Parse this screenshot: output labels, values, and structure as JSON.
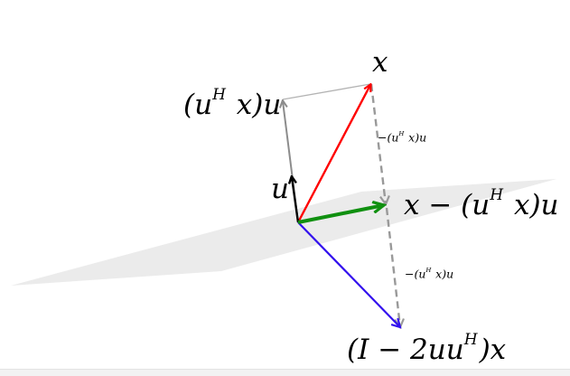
{
  "diagram": {
    "labels": {
      "x": "x",
      "u": "u",
      "projection": {
        "open": "(u",
        "sup": "H",
        "close": " x)u"
      },
      "difference": {
        "pre": "x − (u",
        "sup": "H",
        "close": " x)u"
      },
      "reflection": {
        "pre": "(I − 2uu",
        "sup": "H",
        "close": ")x"
      },
      "neg_projection_upper": {
        "pre": "−(u",
        "sup": "H",
        "close": " x)u"
      },
      "neg_projection_lower": {
        "pre": "−(u",
        "sup": "H",
        "close": " x)u"
      }
    },
    "colors": {
      "x_vector": "#ff0000",
      "u_vector": "#000000",
      "projection_vector": "#8c8c8c",
      "difference_vector": "#109010",
      "reflection_vector": "#3311ee",
      "dashed_lines": "#999999",
      "plane": "#ebebeb",
      "parallelogram_edge": "#b3b3b3"
    }
  }
}
